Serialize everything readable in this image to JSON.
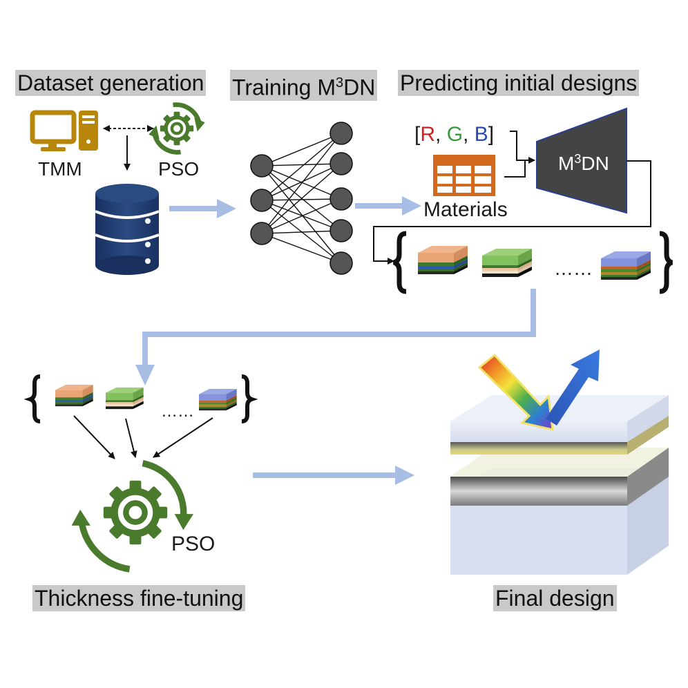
{
  "stages": {
    "dataset_generation": "Dataset generation",
    "training": {
      "prefix": "Training M",
      "sup": "3",
      "suffix": "DN"
    },
    "predicting": "Predicting initial designs",
    "fine_tuning": "Thickness fine-tuning",
    "final_design": "Final design"
  },
  "labels": {
    "tmm": "TMM",
    "pso_small": "PSO",
    "pso_large": "PSO",
    "materials": "Materials",
    "model": {
      "prefix": "M",
      "sup": "3",
      "suffix": "DN"
    },
    "rgb": {
      "open": "[",
      "r": "R",
      "sep1": ", ",
      "g": "G",
      "sep2": ", ",
      "b": "B",
      "close": "]"
    },
    "ellipsis_top": "……",
    "ellipsis_bottom": "……"
  },
  "colors": {
    "flow_arrow": "#a7bde4",
    "database": "#1f3b6e",
    "computer": "#b8860b",
    "gear": "#4a7a2c",
    "neuron": "#555555",
    "materials_table": "#d2691e",
    "model_block": "#444444",
    "model_border": "#2b3f8f",
    "r": "#cc2222",
    "g": "#3a9a3a",
    "b": "#2a4ab0"
  }
}
